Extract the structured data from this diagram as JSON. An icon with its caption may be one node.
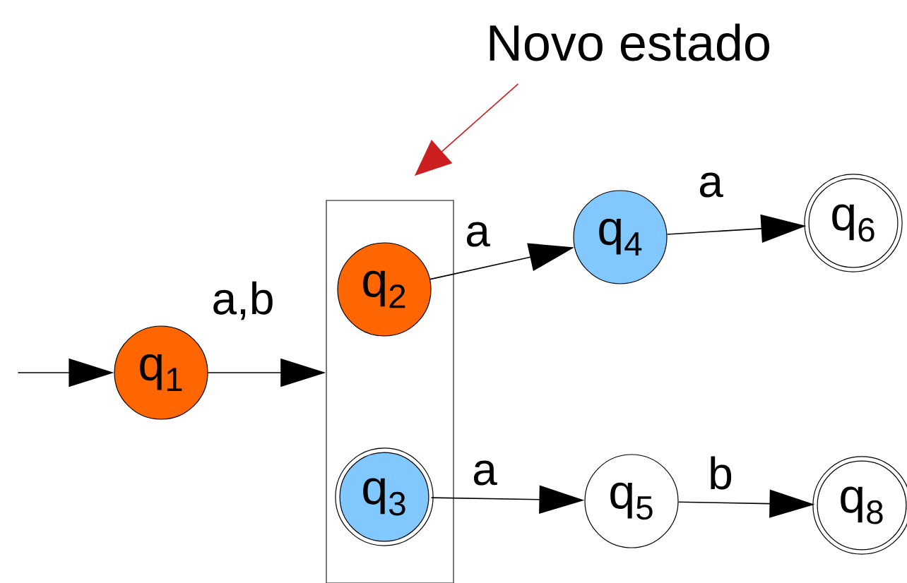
{
  "diagram": {
    "nodes": [
      {
        "text": [
          "Novo estado"
        ]
      },
      {
        "text": [
          "q$_{1}$"
        ]
      },
      {
        "text": [],
        "shape": "box"
      },
      {
        "text": [
          "q$_{2}$"
        ],
        "in": 2
      },
      {
        "text": [
          "q$_{3}$"
        ],
        "in": 2
      },
      {
        "text": [
          "q$_{4}$"
        ]
      },
      {
        "text": [
          "q$_{5}$"
        ]
      },
      {
        "text": [
          "q$_{6}$"
        ]
      },
      {
        "text": [
          "q$_{8}$"
        ]
      }
    ],
    "edges": [
      {
        "from": null,
        "to": 1,
        "arrow": "to"
      },
      {
        "from": 1,
        "to": 2,
        "arrow": "to",
        "label": "a,b"
      },
      {
        "from": 3,
        "to": 5,
        "arrow": "to",
        "label": "a"
      },
      {
        "from": 5,
        "to": 7,
        "arrow": "to",
        "label": "a"
      },
      {
        "from": 4,
        "to": 6,
        "arrow": "to",
        "label": "a"
      },
      {
        "from": 6,
        "to": 8,
        "arrow": "to",
        "label": "b"
      },
      {
        "from": 0,
        "to": 2,
        "arrow": "to",
        "color": "#cc1f1f"
      }
    ]
  }
}
